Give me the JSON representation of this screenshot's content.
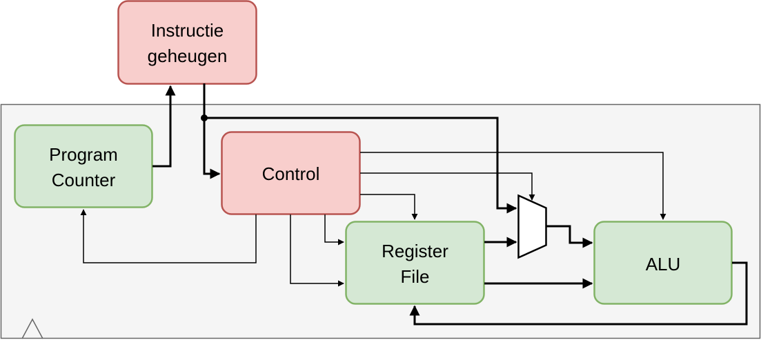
{
  "blocks": {
    "instruction_memory": {
      "lines": [
        "Instructie",
        "geheugen"
      ]
    },
    "program_counter": {
      "lines": [
        "Program",
        "Counter"
      ]
    },
    "control": {
      "lines": [
        "Control"
      ]
    },
    "register_file": {
      "lines": [
        "Register",
        "File"
      ]
    },
    "alu": {
      "lines": [
        "ALU"
      ]
    }
  },
  "colors": {
    "red_fill": "#f8cecc",
    "red_stroke": "#b85450",
    "green_fill": "#d5e8d4",
    "green_stroke": "#82b366",
    "container_fill": "#f5f5f5",
    "container_stroke": "#666666"
  }
}
